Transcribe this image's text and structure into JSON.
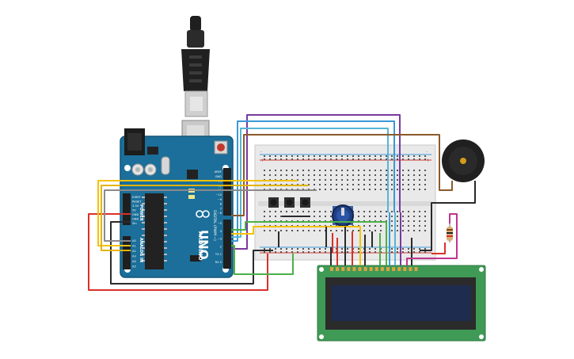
{
  "arduino": {
    "brand": "ARDUINO",
    "model": "UNO",
    "digital_label": "DIGITAL (PWM ~)",
    "power_label": "POWER",
    "analog_label": "ANALOG IN",
    "tx_label": "TX 1",
    "rx_label": "RX 0",
    "power_pins": [
      "IOREF",
      "RESET",
      "3.3V",
      "5V",
      "GND",
      "GND",
      "Vin"
    ],
    "analog_pins": [
      "A0",
      "A1",
      "A2",
      "A3",
      "A4",
      "A5"
    ],
    "digital_pins": [
      "AREF",
      "GND",
      "13",
      "12",
      "~11",
      "~10",
      "~9",
      "8",
      "7",
      "~6",
      "~5",
      "4",
      "~3",
      "2",
      "TX 1",
      "RX 0"
    ]
  },
  "colors": {
    "arduino_board": "#1b6f9a",
    "breadboard": "#e9e9e9",
    "lcd_board": "#3f9a55",
    "lcd_screen": "#1e2c4f",
    "wire_red": "#d7322b",
    "wire_black": "#2a2a2a",
    "wire_yellow": "#f4c20d",
    "wire_green": "#4cb048",
    "wire_blue": "#3a99d8",
    "wire_purple": "#7a3a9e",
    "wire_brown": "#8b5a2b",
    "wire_magenta": "#c2338f",
    "wire_gray": "#8a8a8a"
  },
  "components": [
    "usb-cable",
    "arduino-uno",
    "breadboard",
    "push-button",
    "potentiometer",
    "piezo-buzzer",
    "resistor",
    "lcd-16x2"
  ]
}
